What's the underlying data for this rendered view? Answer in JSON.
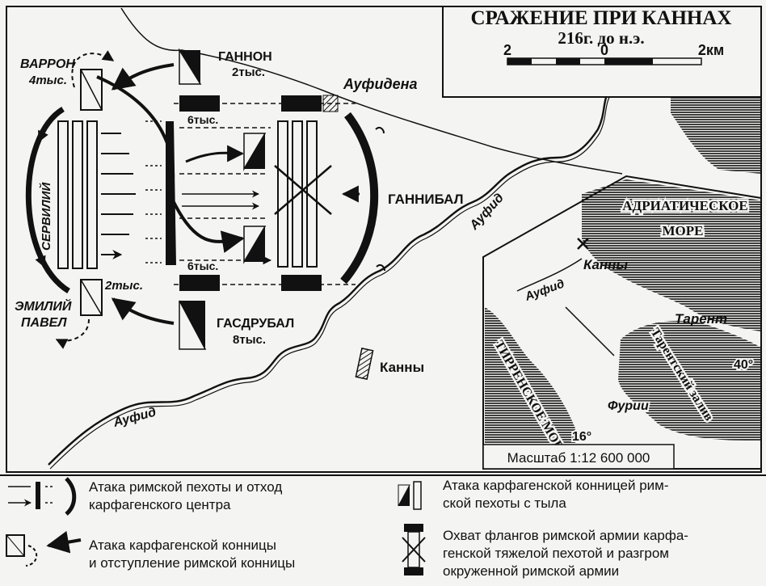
{
  "title": "СРАЖЕНИЕ ПРИ КАННАХ",
  "subtitle": "216г. до н.э.",
  "scale_bar": {
    "left": "2",
    "mid": "0",
    "right": "2км"
  },
  "map_labels": {
    "varron": "ВАРРОН",
    "varron_count": "4тыс.",
    "servilius": "СЕРВИЛИЙ",
    "emilius_1": "ЭМИЛИЙ",
    "emilius_2": "ПАВЕЛ",
    "emilius_count": "2тыс.",
    "gannon": "ГАННОН",
    "gannon_count": "2тыс.",
    "hannibal": "ГАННИБАЛ",
    "hasdrubal": "ГАСДРУБАЛ",
    "hasdrubal_count": "8тыс.",
    "top_count": "6тыс.",
    "bottom_count": "6тыс.",
    "aufidena": "Ауфидена",
    "aufid_upper": "Ауфид",
    "aufid_lower": "Ауфид",
    "cannae": "Канны"
  },
  "inset": {
    "adriatic_1": "АДРИАТИЧЕСКОЕ",
    "adriatic_2": "МОРЕ",
    "cannae": "Канны",
    "aufid": "Ауфид",
    "tarent": "Тарент",
    "tarent_gulf": "Тарентский залив",
    "tyrrhenian": "ТИРРЕНСКОЕ МОРЕ",
    "furii": "Фурии",
    "deg40": "40°",
    "deg16": "16°",
    "scale": "Масштаб 1:12 600 000"
  },
  "legend": [
    {
      "icon": "roman-infantry-attack",
      "text_1": "Атака римской пехоты и отход",
      "text_2": "карфагенского центра"
    },
    {
      "icon": "cavalry-rear-attack",
      "text_1": "Атака карфагенской конницей рим-",
      "text_2": "ской пехоты с тыла"
    },
    {
      "icon": "cavalry-attack-retreat",
      "text_1": "Атака карфагенской конницы",
      "text_2": "и отступление римской конницы"
    },
    {
      "icon": "flank-envelopment",
      "text_1": "Охват флангов римской армии карфа-",
      "text_2": "генской тяжелой пехотой и разгром",
      "text_3": "окруженной римской армии"
    }
  ],
  "colors": {
    "ink": "#111111",
    "paper": "#f4f4f2"
  }
}
